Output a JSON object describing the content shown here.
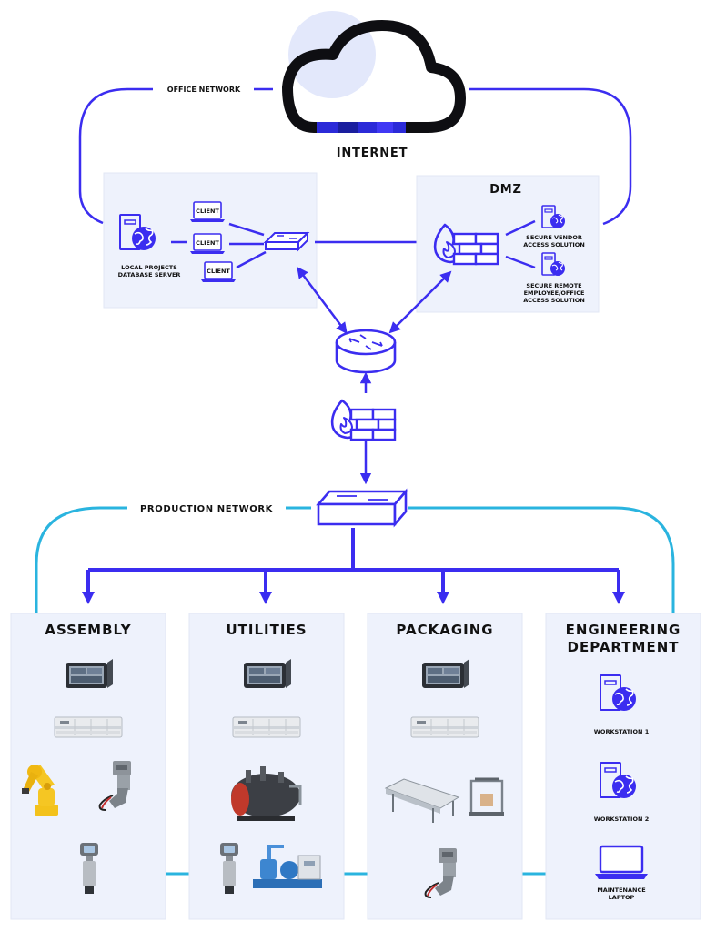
{
  "colors": {
    "accent": "#3b2df0",
    "production_line": "#2ab4df",
    "panel": "#eef2fc",
    "cloud_fill": "#e3e8fb"
  },
  "labels": {
    "office_network": "OFFICE NETWORK",
    "internet": "INTERNET",
    "dmz": "DMZ",
    "production_network": "PRODUCTION NETWORK"
  },
  "office": {
    "clients": [
      "CLIENT",
      "CLIENT",
      "CLIENT"
    ],
    "server_line1": "LOCAL PROJECTS",
    "server_line2": "DATABASE SERVER"
  },
  "dmz": {
    "vendor_line1": "SECURE VENDOR",
    "vendor_line2": "ACCESS SOLUTION",
    "remote_line1": "SECURE REMOTE",
    "remote_line2": "EMPLOYEE/OFFICE",
    "remote_line3": "ACCESS SOLUTION"
  },
  "departments": {
    "assembly": "ASSEMBLY",
    "utilities": "UTILITIES",
    "packaging": "PACKAGING",
    "engineering_line1": "ENGINEERING",
    "engineering_line2": "DEPARTMENT"
  },
  "engineering": {
    "workstation1": "WORKSTATION 1",
    "workstation2": "WORKSTATION 2",
    "laptop_line1": "MAINTENANCE",
    "laptop_line2": "LAPTOP"
  },
  "icons": [
    "cloud-icon",
    "server-icon",
    "globe-icon",
    "laptop-icon",
    "switch-icon",
    "router-icon",
    "firewall-icon",
    "hmi-panel-icon",
    "plc-icon",
    "robot-arm-icon",
    "actuator-valve-icon",
    "pressure-transmitter-icon",
    "boiler-icon",
    "pump-skid-icon",
    "conveyor-icon",
    "palletizer-icon"
  ]
}
